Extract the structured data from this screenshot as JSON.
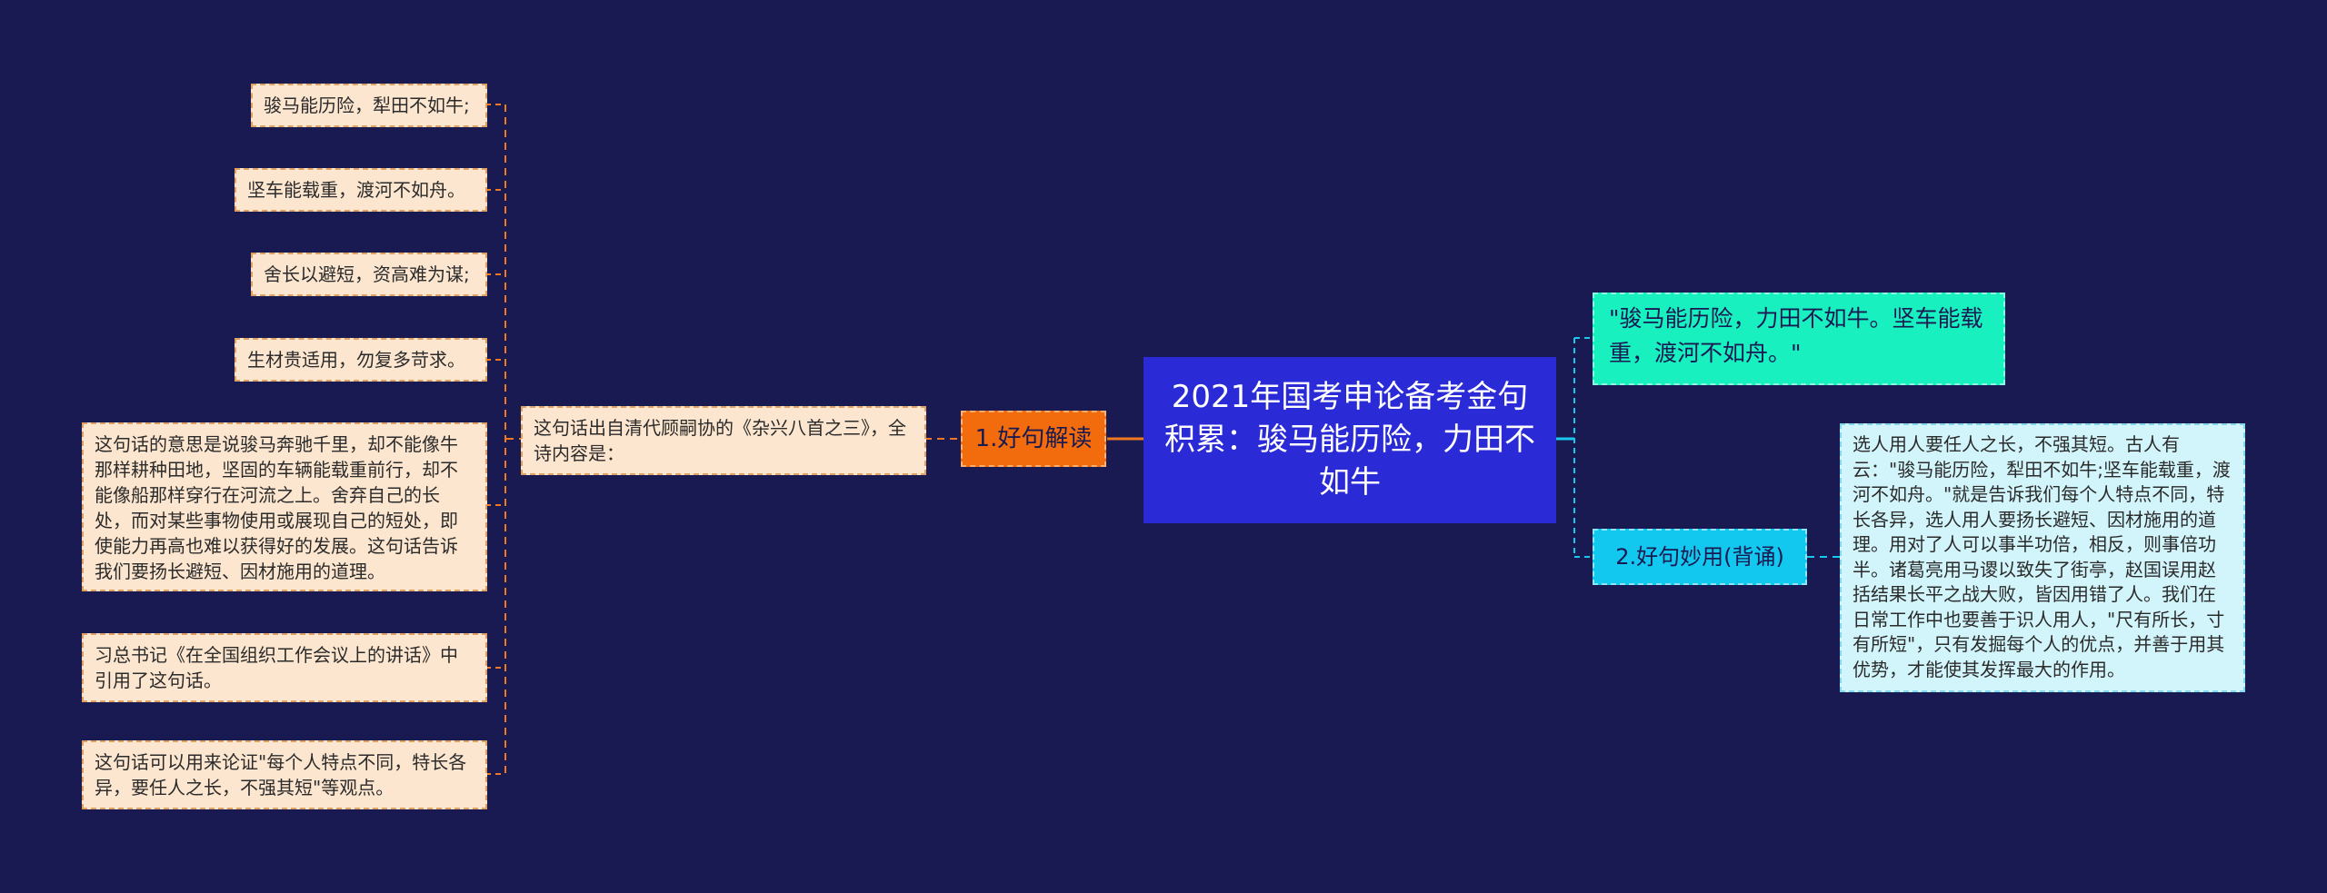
{
  "central": {
    "title": "2021年国考申论备考金句积累：骏马能历险，力田不如牛"
  },
  "left_branch": {
    "label": "1.好句解读",
    "source_text": "这句话出自清代顾嗣协的《杂兴八首之三》，全诗内容是：",
    "lines": [
      "骏马能历险，犁田不如牛;",
      "坚车能载重，渡河不如舟。",
      "舍长以避短，资高难为谋;",
      "生材贵适用，勿复多苛求。"
    ],
    "explanations": [
      "这句话的意思是说骏马奔驰千里，却不能像牛那样耕种田地，坚固的车辆能载重前行，却不能像船那样穿行在河流之上。舍弃自己的长处，而对某些事物使用或展现自己的短处，即使能力再高也难以获得好的发展。这句话告诉我们要扬长避短、因材施用的道理。",
      "习总书记《在全国组织工作会议上的讲话》中引用了这句话。",
      "这句话可以用来论证\"每个人特点不同，特长各异，要任人之长，不强其短\"等观点。"
    ]
  },
  "right_top": {
    "quote": "\"骏马能历险，力田不如牛。坚车能载重，渡河不如舟。\""
  },
  "right_branch": {
    "label": "2.好句妙用(背诵)",
    "detail": "选人用人要任人之长，不强其短。古人有云：\"骏马能历险，犁田不如牛;坚车能载重，渡河不如舟。\"就是告诉我们每个人特点不同，特长各异，选人用人要扬长避短、因材施用的道理。用对了人可以事半功倍，相反，则事倍功半。诸葛亮用马谡以致失了街亭，赵国误用赵括结果长平之战大败，皆因用错了人。我们在日常工作中也要善于识人用人，\"尺有所长，寸有所短\"，只有发掘每个人的优点，并善于用其优势，才能使其发挥最大的作用。"
  },
  "colors": {
    "background": "#1a1a52",
    "central": "#2a2ad6",
    "orange_branch": "#f26c0d",
    "leaf": "#fde6cf",
    "quote": "#19f0c0",
    "cyan_branch": "#12c8ee",
    "usage": "#d2f5fb",
    "left_connector": "#f07820",
    "right_connector": "#19c8ee"
  }
}
